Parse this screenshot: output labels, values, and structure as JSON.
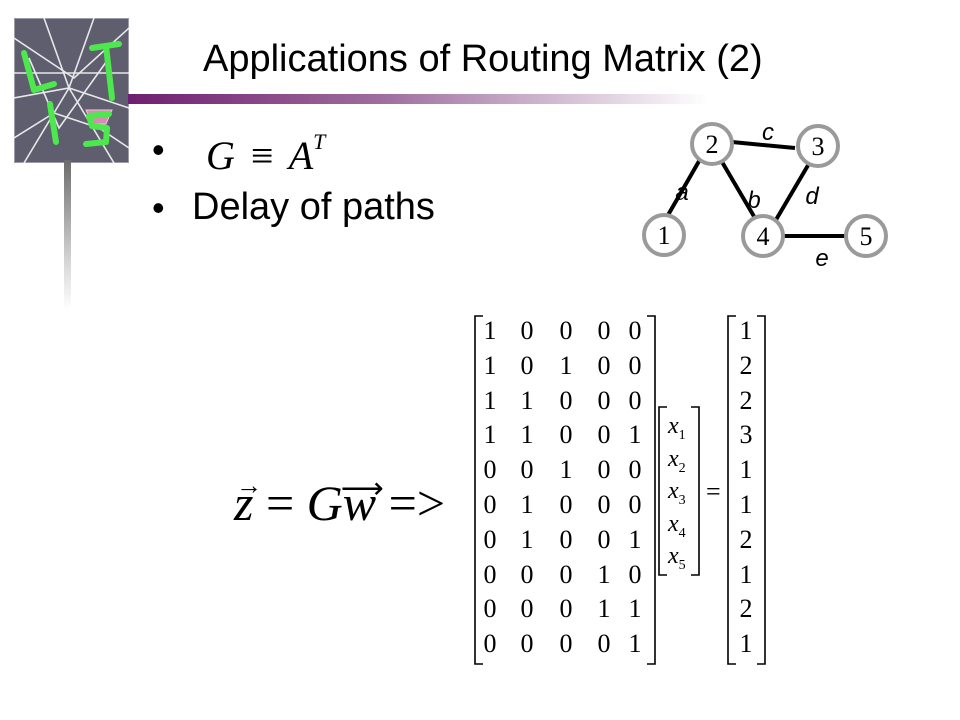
{
  "title": "Applications of Routing Matrix (2)",
  "bullets": {
    "first_marker": "•",
    "second_marker": "•",
    "second_text": "Delay of paths"
  },
  "equation_g": {
    "G": "G",
    "equiv": "≡",
    "A": "A",
    "T": "T"
  },
  "graph": {
    "nodes": [
      "1",
      "2",
      "3",
      "4",
      "5"
    ],
    "edge_labels": {
      "a": "a",
      "b": "b",
      "c": "c",
      "d": "d",
      "e": "e"
    }
  },
  "equation_z": {
    "lhs": "z = Gw =>",
    "z": "z",
    "eq": "=",
    "G": "G",
    "w": "w",
    "arrow": "=>",
    "equals": "="
  },
  "matrix_G": [
    [
      "1",
      "0",
      "0",
      "0",
      "0"
    ],
    [
      "1",
      "0",
      "1",
      "0",
      "0"
    ],
    [
      "1",
      "1",
      "0",
      "0",
      "0"
    ],
    [
      "1",
      "1",
      "0",
      "0",
      "1"
    ],
    [
      "0",
      "0",
      "1",
      "0",
      "0"
    ],
    [
      "0",
      "1",
      "0",
      "0",
      "0"
    ],
    [
      "0",
      "1",
      "0",
      "0",
      "1"
    ],
    [
      "0",
      "0",
      "0",
      "1",
      "0"
    ],
    [
      "0",
      "0",
      "0",
      "1",
      "1"
    ],
    [
      "0",
      "0",
      "0",
      "0",
      "1"
    ]
  ],
  "vector_x": [
    "1",
    "2",
    "3",
    "4",
    "5"
  ],
  "vector_x_symbol": "x",
  "result_vector": [
    "1",
    "2",
    "2",
    "3",
    "1",
    "1",
    "2",
    "1",
    "2",
    "1"
  ],
  "colors": {
    "accent_purple": "#6f1f6f",
    "logo_bg": "#5e5e6e",
    "logo_green": "#4de84d",
    "logo_pink": "#d98ab5"
  }
}
